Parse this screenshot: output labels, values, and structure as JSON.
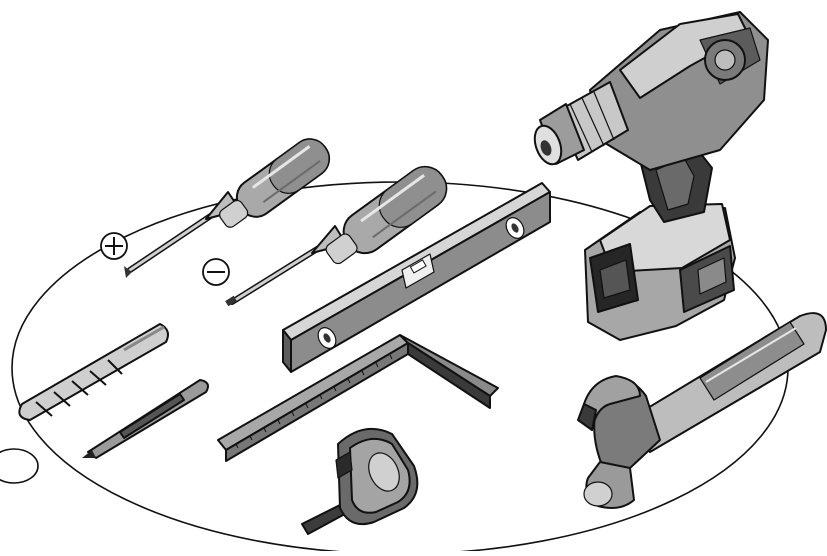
{
  "illustration": {
    "tools": [
      {
        "id": "phillips-screwdriver",
        "symbol": "plus"
      },
      {
        "id": "flathead-screwdriver",
        "symbol": "minus"
      },
      {
        "id": "spirit-level"
      },
      {
        "id": "cordless-drill"
      },
      {
        "id": "drill-bit"
      },
      {
        "id": "masonry-bit"
      },
      {
        "id": "try-square"
      },
      {
        "id": "tape-measure"
      },
      {
        "id": "claw-hammer"
      }
    ],
    "colors": {
      "outline": "#111111",
      "light_gray": "#d9d9d9",
      "mid_gray": "#a6a6a6",
      "dark_gray": "#595959",
      "near_black": "#262626",
      "background": "#ffffff"
    }
  }
}
